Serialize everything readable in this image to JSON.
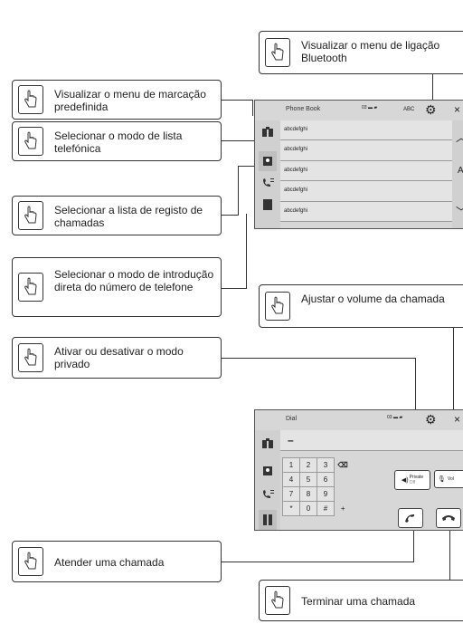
{
  "callouts": {
    "bluetooth": "Visualizar o menu de ligação Bluetooth",
    "preset": "Visualizar o menu de marcação predefinida",
    "phonebook": "Selecionar o modo de lista telefónica",
    "history": "Selecionar a lista de registo de chamadas",
    "direct": "Selecionar o modo de introdução direta do número de telefone",
    "volume": "Ajustar o volume da chamada",
    "private": "Ativar ou desativar o modo privado",
    "answer": "Atender uma chamada",
    "end": "Terminar uma chamada"
  },
  "screen1": {
    "title": "Phone Book",
    "status": "03",
    "abc": "ABC",
    "close": "×",
    "rows": [
      "abcdefghi",
      "abcdefghi",
      "abcdefghi",
      "abcdefghi",
      "abcdefghi"
    ],
    "index": "A"
  },
  "screen2": {
    "title": "Dial",
    "status": "03",
    "close": "×",
    "entry": "–",
    "keys": [
      [
        "1",
        "2",
        "3",
        "⌫"
      ],
      [
        "4",
        "5",
        "6",
        ""
      ],
      [
        "7",
        "8",
        "9",
        ""
      ],
      [
        "*",
        "0",
        "#",
        "+"
      ]
    ],
    "private_label": "Private",
    "private_state": "Off",
    "vol_label": "Vol"
  }
}
